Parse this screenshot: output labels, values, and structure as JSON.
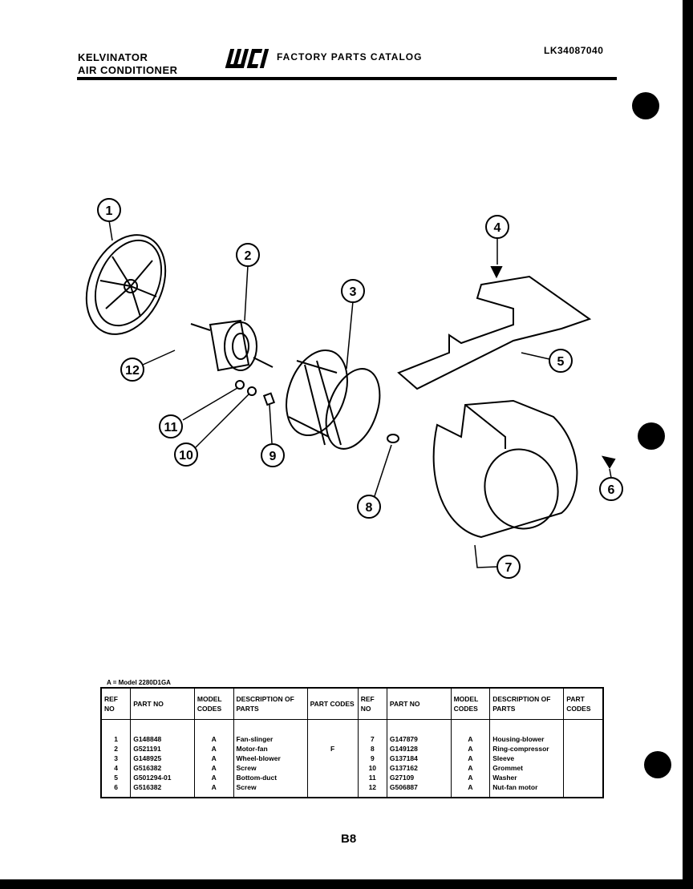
{
  "header": {
    "brand_line1": "KELVINATOR",
    "brand_line2": "AIR CONDITIONER",
    "logo_text": "WCI",
    "catalog_title": "FACTORY PARTS CATALOG",
    "model_number": "LK34087040"
  },
  "callouts": [
    "1",
    "2",
    "3",
    "4",
    "5",
    "6",
    "7",
    "8",
    "9",
    "10",
    "11",
    "12"
  ],
  "table": {
    "model_key": "A = Model 2280D1GA",
    "columns": [
      "REF NO",
      "PART NO",
      "MODEL CODES",
      "DESCRIPTION OF PARTS",
      "PART CODES",
      "REF NO",
      "PART NO",
      "MODEL CODES",
      "DESCRIPTION OF PARTS",
      "PART CODES"
    ],
    "rows": [
      {
        "ref": "1",
        "part": "G148848",
        "model": "A",
        "desc": "Fan-slinger",
        "code": "",
        "ref2": "7",
        "part2": "G147879",
        "model2": "A",
        "desc2": "Housing-blower",
        "code2": ""
      },
      {
        "ref": "2",
        "part": "G521191",
        "model": "A",
        "desc": "Motor-fan",
        "code": "F",
        "ref2": "8",
        "part2": "G149128",
        "model2": "A",
        "desc2": "Ring-compressor",
        "code2": ""
      },
      {
        "ref": "3",
        "part": "G148925",
        "model": "A",
        "desc": "Wheel-blower",
        "code": "",
        "ref2": "9",
        "part2": "G137184",
        "model2": "A",
        "desc2": "Sleeve",
        "code2": ""
      },
      {
        "ref": "4",
        "part": "G516382",
        "model": "A",
        "desc": "Screw",
        "code": "",
        "ref2": "10",
        "part2": "G137162",
        "model2": "A",
        "desc2": "Grommet",
        "code2": ""
      },
      {
        "ref": "5",
        "part": "G501294-01",
        "model": "A",
        "desc": "Bottom-duct",
        "code": "",
        "ref2": "11",
        "part2": "G27109",
        "model2": "A",
        "desc2": "Washer",
        "code2": ""
      },
      {
        "ref": "6",
        "part": "G516382",
        "model": "A",
        "desc": "Screw",
        "code": "",
        "ref2": "12",
        "part2": "G506887",
        "model2": "A",
        "desc2": "Nut-fan motor",
        "code2": ""
      }
    ]
  },
  "page_number": "B8"
}
